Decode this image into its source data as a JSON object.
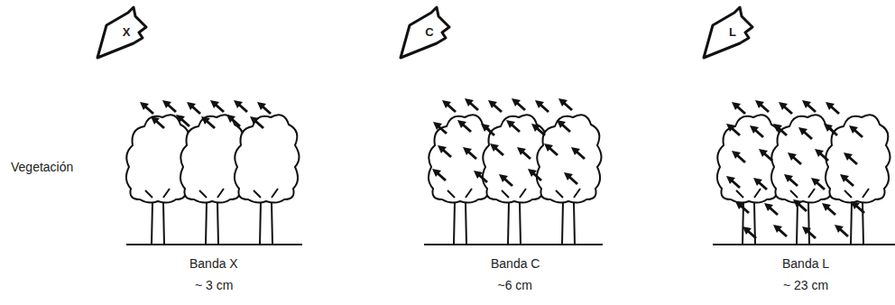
{
  "diagram": {
    "nodes": [
      {
        "text": [
          "X"
        ]
      },
      {
        "text": [
          "C"
        ]
      },
      {
        "text": [
          "L"
        ]
      }
    ],
    "labels": [
      "Vegetación",
      "Banda X",
      "~ 3 cm",
      "Banda C",
      "~6 cm",
      "Banda L",
      "~ 23 cm"
    ]
  }
}
